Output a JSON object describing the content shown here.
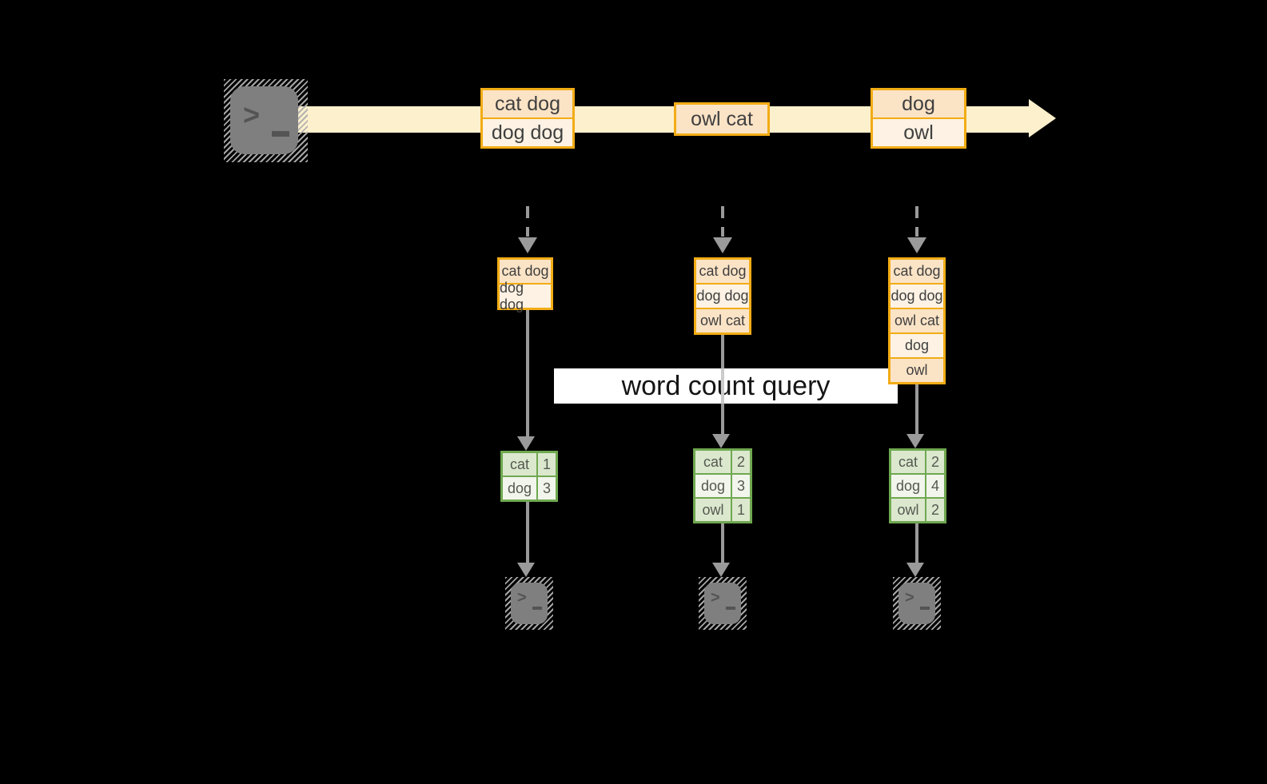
{
  "banner": {
    "label": "word count query"
  },
  "stream": {
    "batches": [
      {
        "rows": [
          "cat dog",
          "dog dog"
        ]
      },
      {
        "rows": [
          "owl cat"
        ]
      },
      {
        "rows": [
          "dog",
          "owl"
        ]
      }
    ]
  },
  "states": [
    {
      "rows": [
        "cat dog",
        "dog dog"
      ]
    },
    {
      "rows": [
        "cat dog",
        "dog dog",
        "owl cat"
      ]
    },
    {
      "rows": [
        "cat dog",
        "dog dog",
        "owl cat",
        "dog",
        "owl"
      ]
    }
  ],
  "results": [
    {
      "rows": [
        [
          "cat",
          "1"
        ],
        [
          "dog",
          "3"
        ]
      ]
    },
    {
      "rows": [
        [
          "cat",
          "2"
        ],
        [
          "dog",
          "3"
        ],
        [
          "owl",
          "1"
        ]
      ]
    },
    {
      "rows": [
        [
          "cat",
          "2"
        ],
        [
          "dog",
          "4"
        ],
        [
          "owl",
          "2"
        ]
      ]
    }
  ],
  "icons": {
    "source": "terminal-icon",
    "sinks": [
      "terminal-icon",
      "terminal-icon",
      "terminal-icon"
    ]
  },
  "colors": {
    "background": "#000000",
    "stream_band": "#FDF0CC",
    "record_border": "#F2AC15",
    "record_fill_dark": "#FBE3C6",
    "record_fill_light": "#FDF2E3",
    "result_border": "#6FA850",
    "result_fill_dark": "#DBE8CE",
    "result_fill_light": "#F1F5EC",
    "arrow_gray": "#9A9A9A",
    "terminal_gray": "#7F7F7F",
    "banner_bg": "#FFFFFF"
  }
}
